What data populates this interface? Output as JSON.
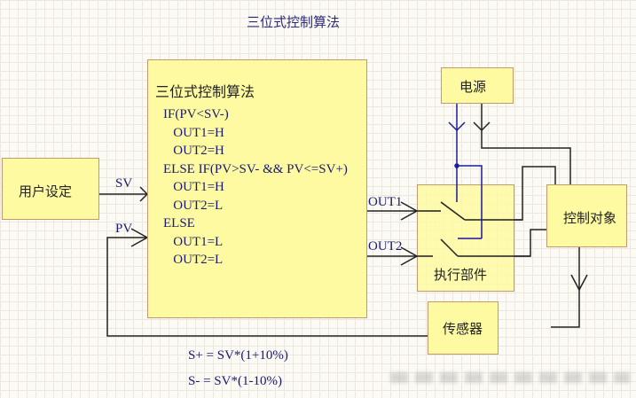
{
  "title": "三位式控制算法",
  "algorithm_block": {
    "heading": "三位式控制算法",
    "lines": [
      "IF(PV<SV-)",
      "   OUT1=H",
      "   OUT2=H",
      "ELSE IF(PV>SV- && PV<=SV+)",
      "   OUT1=H",
      "   OUT2=L",
      "ELSE",
      "   OUT1=L",
      "   OUT2=L"
    ]
  },
  "blocks": {
    "user_setting": "用户设定",
    "power": "电源",
    "actuator": "执行部件",
    "controlled_object": "控制对象",
    "sensor": "传感器"
  },
  "signals": {
    "sv": "SV",
    "pv": "PV",
    "out1": "OUT1",
    "out2": "OUT2"
  },
  "formulas": {
    "s_plus": "S+ = SV*(1+10%)",
    "s_minus": "S- = SV*(1-10%)"
  },
  "colors": {
    "block_fill": "#fefaa2",
    "block_border": "#c39a6b",
    "wire_black": "#222222",
    "wire_blue": "#1c1c9a",
    "text_blue": "#1a1a6e"
  }
}
